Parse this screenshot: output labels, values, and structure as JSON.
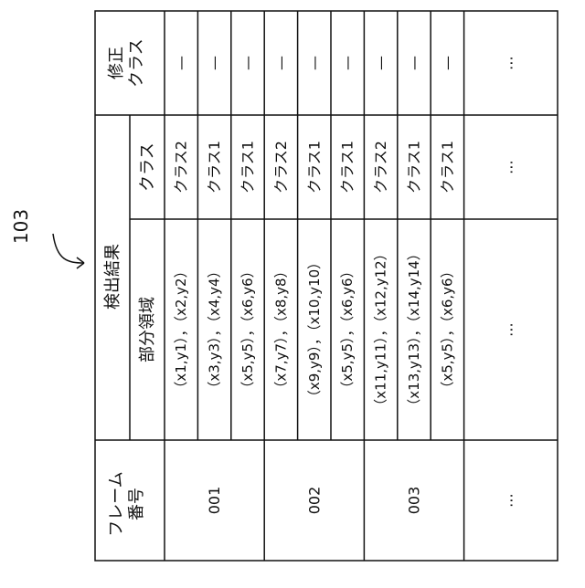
{
  "figure": {
    "reference_numeral": "103"
  },
  "table": {
    "headers": {
      "frame_number": "フレーム\n番号",
      "detection_result": "検出結果",
      "partial_region": "部分領域",
      "class": "クラス",
      "corrected_class": "修正\nクラス"
    },
    "rows": [
      {
        "frame": "001",
        "region": "（x1,y1），（x2,y2）",
        "class": "クラス2",
        "corrected": "—"
      },
      {
        "frame": "",
        "region": "（x3,y3），（x4,y4）",
        "class": "クラス1",
        "corrected": "—"
      },
      {
        "frame": "",
        "region": "（x5,y5），（x6,y6）",
        "class": "クラス1",
        "corrected": "—"
      },
      {
        "frame": "002",
        "region": "（x7,y7），（x8,y8）",
        "class": "クラス2",
        "corrected": "—"
      },
      {
        "frame": "",
        "region": "（x9,y9），（x10,y10）",
        "class": "クラス1",
        "corrected": "—"
      },
      {
        "frame": "",
        "region": "（x5,y5），（x6,y6）",
        "class": "クラス1",
        "corrected": "—"
      },
      {
        "frame": "003",
        "region": "（x11,y11），（x12,y12）",
        "class": "クラス2",
        "corrected": "—"
      },
      {
        "frame": "",
        "region": "（x13,y13），（x14,y14）",
        "class": "クラス1",
        "corrected": "—"
      },
      {
        "frame": "",
        "region": "（x5,y5），（x6,y6）",
        "class": "クラス1",
        "corrected": "—"
      }
    ],
    "ellipsis": "⋯"
  }
}
